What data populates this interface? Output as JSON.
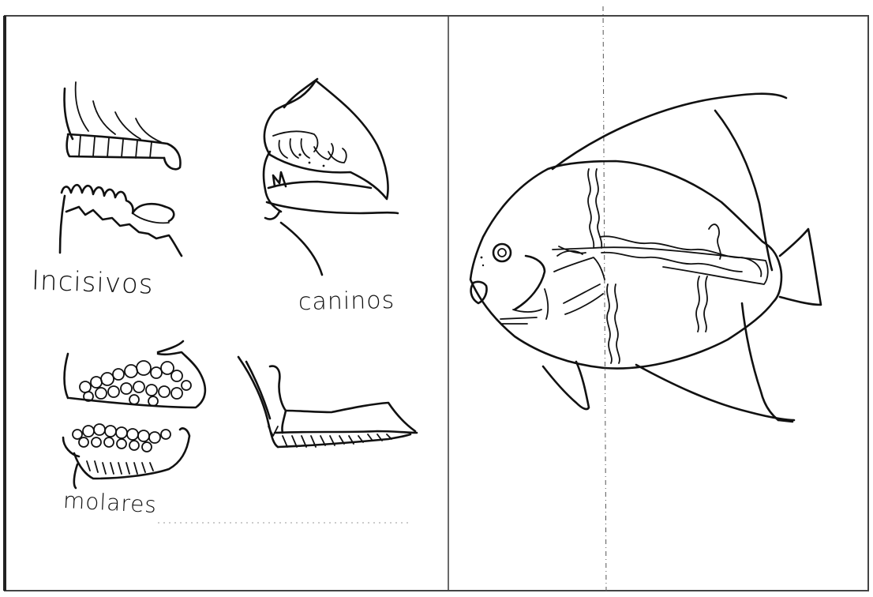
{
  "labels": {
    "incisors": "Incisivos",
    "canines": "caninos",
    "molars": "molares"
  },
  "colors": {
    "ink": "#111111",
    "paper": "#ffffff",
    "frame": "#444444"
  }
}
